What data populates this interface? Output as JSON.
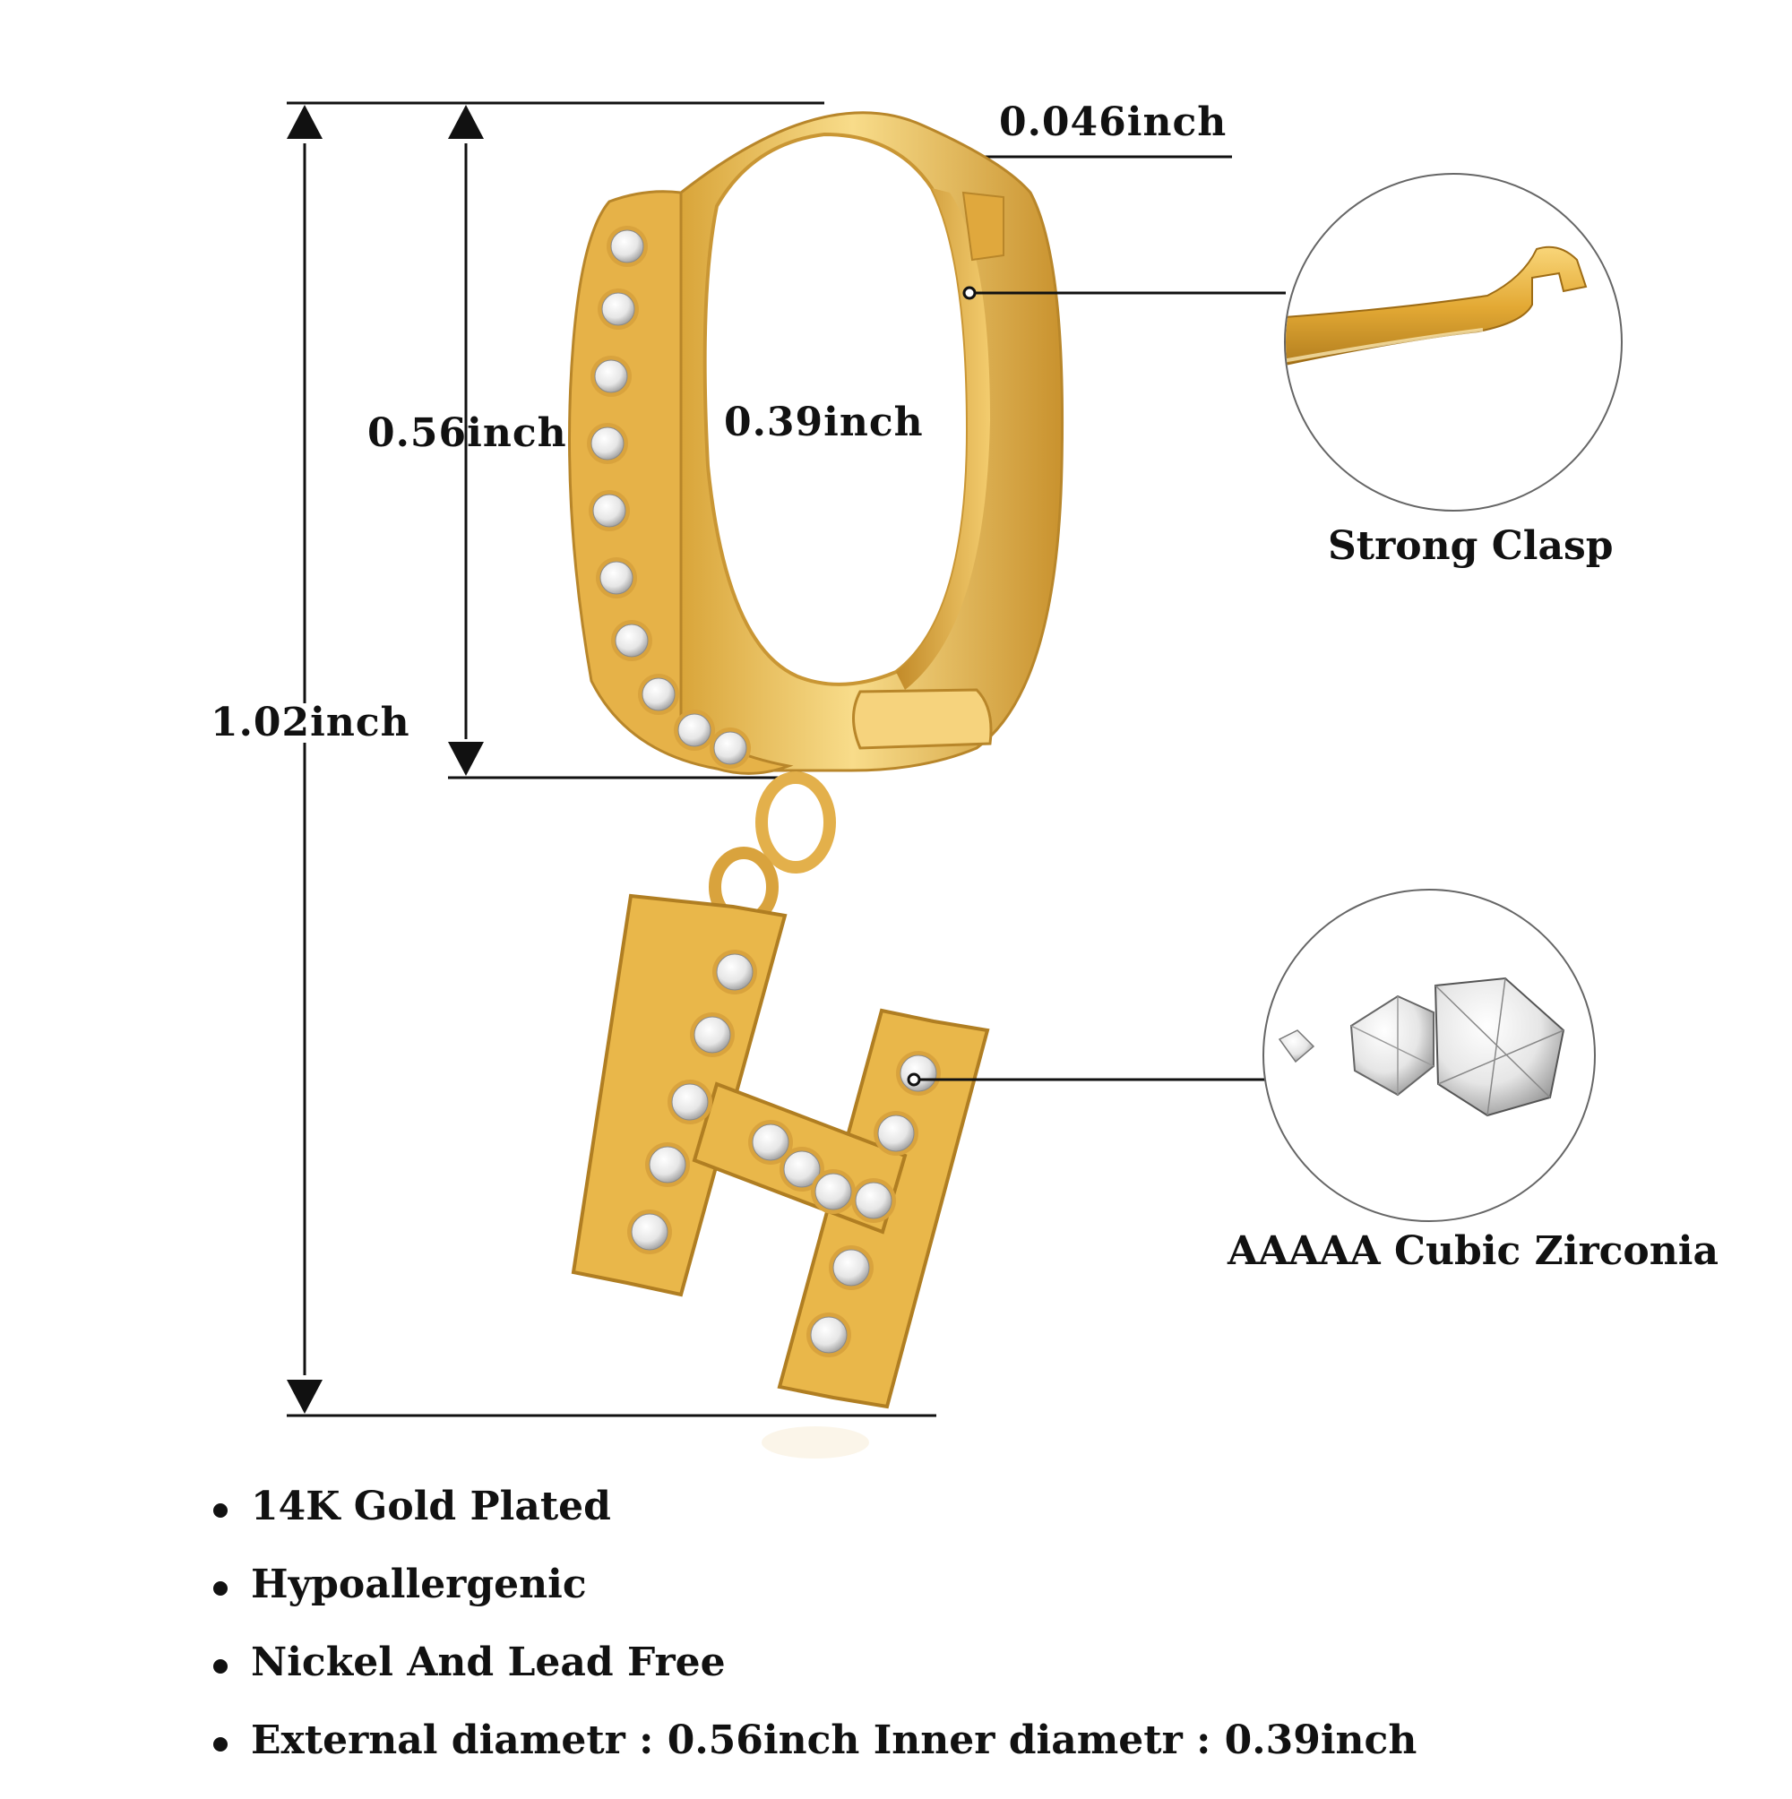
{
  "dimensions": {
    "total_height": "1.02inch",
    "outer_diameter": "0.56inch",
    "inner_diameter": "0.39inch",
    "thickness": "0.046inch"
  },
  "callouts": {
    "clasp": "Strong Clasp",
    "stone": "AAAAA Cubic Zirconia"
  },
  "features": [
    "14K Gold Plated",
    "Hypoallergenic",
    "Nickel And Lead Free",
    "External diametr : 0.56inch Inner diametr : 0.39inch"
  ],
  "pendant_letter": "H",
  "colors": {
    "gold": "#E8B84A",
    "gold_light": "#F8DC8A",
    "gold_dark": "#B8862A",
    "line": "#111111"
  }
}
